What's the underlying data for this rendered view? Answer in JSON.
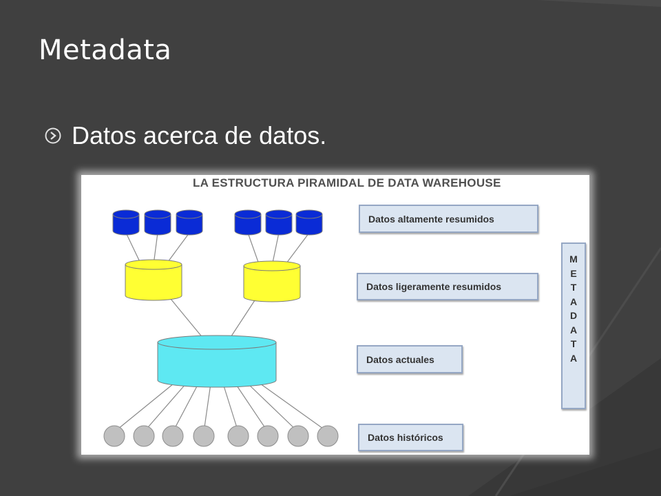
{
  "slide": {
    "title": "Metadata",
    "bullet_text": "Datos acerca de datos."
  },
  "figure": {
    "title": "LA ESTRUCTURA PIRAMIDAL DE DATA WAREHOUSE",
    "levels": [
      "Datos altamente resumidos",
      "Datos ligeramente resumidos",
      "Datos actuales",
      "Datos históricos"
    ],
    "metadata_letters": [
      "M",
      "E",
      "T",
      "A",
      "D",
      "A",
      "T",
      "A"
    ]
  },
  "colors": {
    "background": "#404040",
    "highly_summarized_store": "#0a2bd6",
    "lightly_summarized_store": "#ffff33",
    "current_store": "#5ee8f2",
    "historical_node": "#c0c0c0",
    "label_box": "#dbe5f1"
  },
  "icons": {
    "bullet": "circled-arrow-icon"
  }
}
